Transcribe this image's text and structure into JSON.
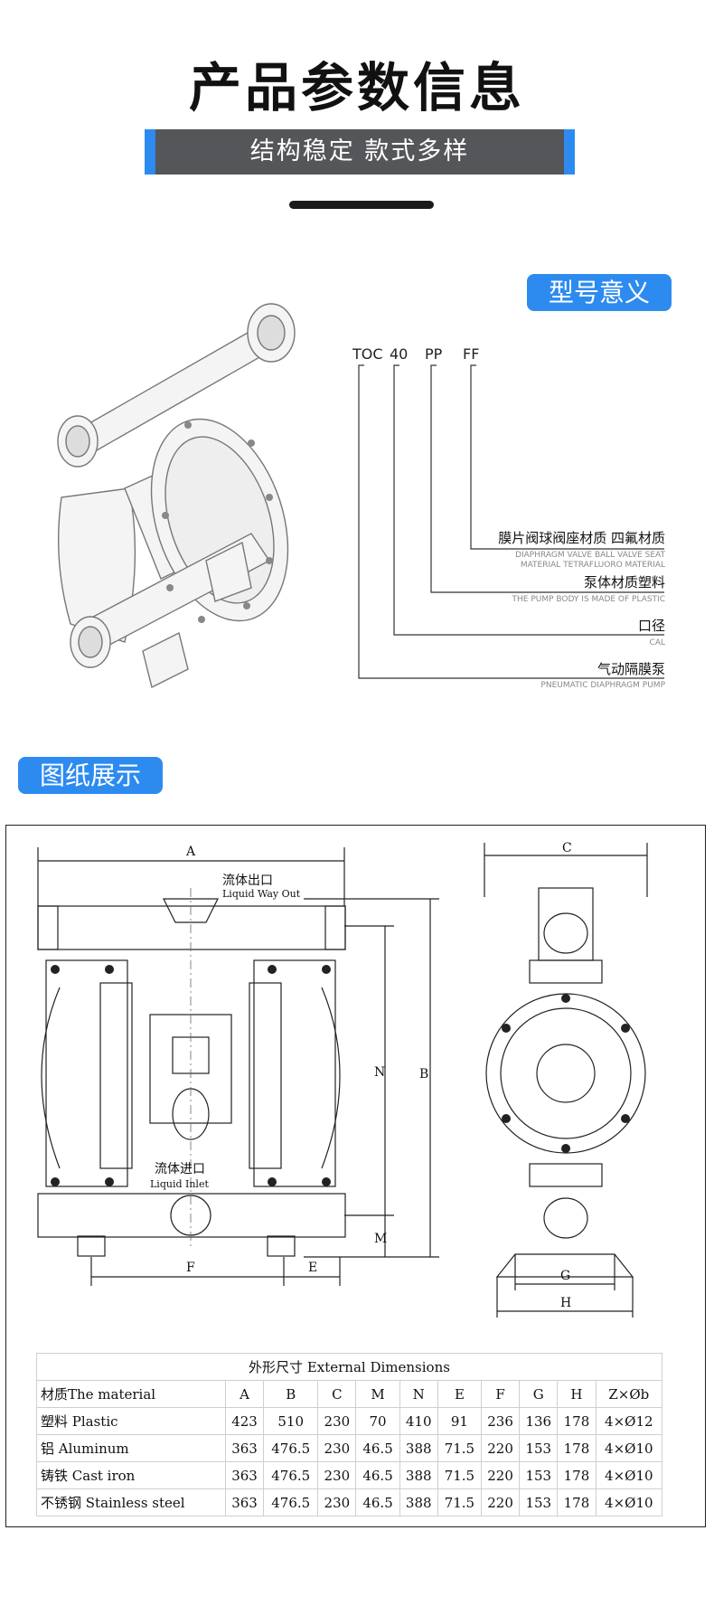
{
  "header": {
    "title": "产品参数信息",
    "banner": "结构稳定 款式多样"
  },
  "model_section": {
    "label": "型号意义",
    "codes": [
      "TOC",
      "40",
      "PP",
      "FF"
    ],
    "entries": [
      {
        "cn": "膜片阀球阀座材质 四氟材质",
        "en1": "DIAPHRAGM VALVE BALL VALVE SEAT",
        "en2": "MATERIAL TETRAFLUORO MATERIAL"
      },
      {
        "cn": "泵体材质塑料",
        "en1": "THE PUMP BODY IS MADE OF PLASTIC",
        "en2": ""
      },
      {
        "cn": "口径",
        "en1": "CAL",
        "en2": ""
      },
      {
        "cn": "气动隔膜泵",
        "en1": "PNEUMATIC DIAPHRAGM PUMP",
        "en2": ""
      }
    ]
  },
  "drawing_section": {
    "label": "图纸展示",
    "outlet_cn": "流体出口",
    "outlet_en": "Liquid Way Out",
    "inlet_cn": "流体进口",
    "inlet_en": "Liquid Inlet",
    "dim_letters": {
      "A": "A",
      "B": "B",
      "N": "N",
      "M": "M",
      "F": "F",
      "E": "E",
      "C": "C",
      "G": "G",
      "H": "H"
    }
  },
  "dimensions_table": {
    "caption": "外形尺寸  External Dimensions",
    "headers": [
      "材质The material",
      "A",
      "B",
      "C",
      "M",
      "N",
      "E",
      "F",
      "G",
      "H",
      "Z×Øb"
    ],
    "rows": [
      [
        "塑料 Plastic",
        "423",
        "510",
        "230",
        "70",
        "410",
        "91",
        "236",
        "136",
        "178",
        "4×Ø12"
      ],
      [
        "铝 Aluminum",
        "363",
        "476.5",
        "230",
        "46.5",
        "388",
        "71.5",
        "220",
        "153",
        "178",
        "4×Ø10"
      ],
      [
        "铸铁 Cast iron",
        "363",
        "476.5",
        "230",
        "46.5",
        "388",
        "71.5",
        "220",
        "153",
        "178",
        "4×Ø10"
      ],
      [
        "不锈钢 Stainless steel",
        "363",
        "476.5",
        "230",
        "46.5",
        "388",
        "71.5",
        "220",
        "153",
        "178",
        "4×Ø10"
      ]
    ]
  }
}
